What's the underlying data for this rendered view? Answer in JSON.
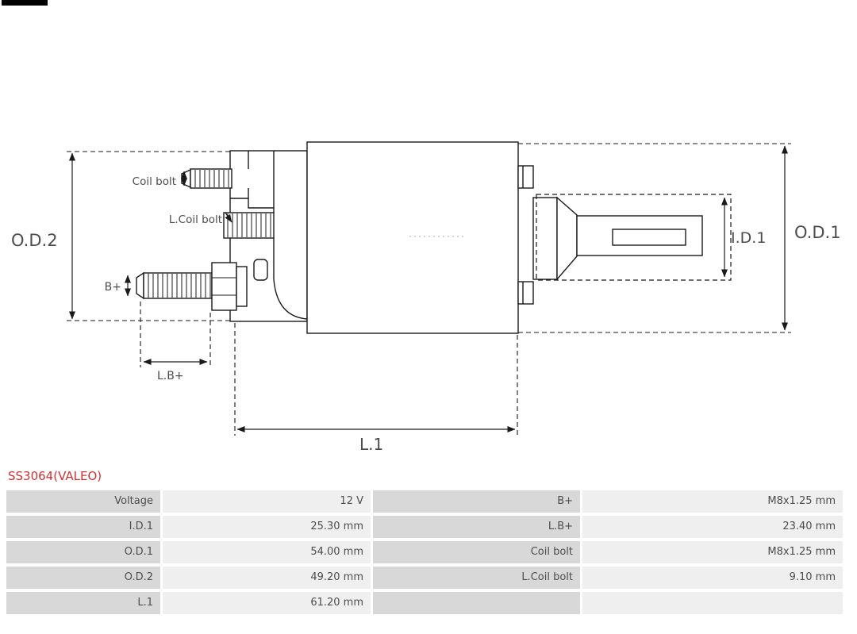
{
  "part": {
    "title": "SS3064(VALEO)"
  },
  "diagram": {
    "labels": {
      "od2": "O.D.2",
      "od1": "O.D.1",
      "id1": "I.D.1",
      "l1": "L.1",
      "lb_plus": "L.B+",
      "b_plus": "B+",
      "coil_bolt": "Coil bolt",
      "l_coil_bolt": "L.Coil bolt"
    }
  },
  "table": {
    "rows": [
      {
        "c1": "Voltage",
        "c2": "12 V",
        "c3": "B+",
        "c4": "M8x1.25 mm"
      },
      {
        "c1": "I.D.1",
        "c2": "25.30 mm",
        "c3": "L.B+",
        "c4": "23.40 mm"
      },
      {
        "c1": "O.D.1",
        "c2": "54.00 mm",
        "c3": "Coil bolt",
        "c4": "M8x1.25 mm"
      },
      {
        "c1": "O.D.2",
        "c2": "49.20 mm",
        "c3": "L.Coil bolt",
        "c4": "9.10 mm"
      },
      {
        "c1": "L.1",
        "c2": "61.20 mm",
        "c3": "",
        "c4": ""
      }
    ]
  },
  "colors": {
    "title": "#cc3333",
    "table_label_bg": "#d8d8d8",
    "table_value_bg": "#efefef",
    "line": "#1a1a1a",
    "label_text": "#4d4d4d"
  }
}
